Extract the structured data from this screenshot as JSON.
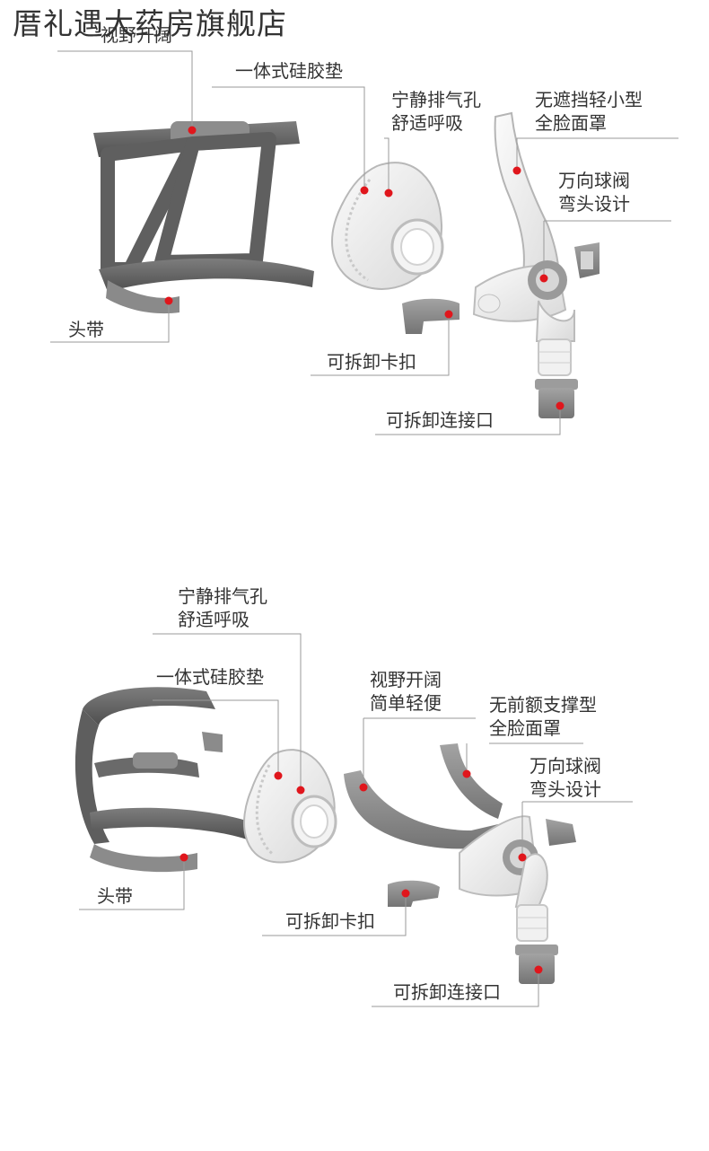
{
  "store_name": "厝礼遇大药房旗舰店",
  "colors": {
    "leader_line": "#9a9a9a",
    "marker_dot": "#e0161c",
    "strap_dark": "#6b6b6b",
    "clip_gray": "#8a8a8a"
  },
  "diagram1": {
    "labels": {
      "view_valve": "视野开阔",
      "silicone": "一体式硅胶垫",
      "vent_line1": "宁静排气孔",
      "vent_line2": "舒适呼吸",
      "frame_line1": "无遮挡轻小型",
      "frame_line2": "全脸面罩",
      "elbow_line1": "万向球阀",
      "elbow_line2": "弯头设计",
      "headgear": "头带",
      "clip": "可拆卸卡扣",
      "connector": "可拆卸连接口"
    }
  },
  "diagram2": {
    "labels": {
      "vent_line1": "宁静排气孔",
      "vent_line2": "舒适呼吸",
      "silicone": "一体式硅胶垫",
      "view_line1": "视野开阔",
      "view_line2": "简单轻便",
      "frame_line1": "无前额支撑型",
      "frame_line2": "全脸面罩",
      "elbow_line1": "万向球阀",
      "elbow_line2": "弯头设计",
      "headgear": "头带",
      "clip": "可拆卸卡扣",
      "connector": "可拆卸连接口"
    }
  }
}
